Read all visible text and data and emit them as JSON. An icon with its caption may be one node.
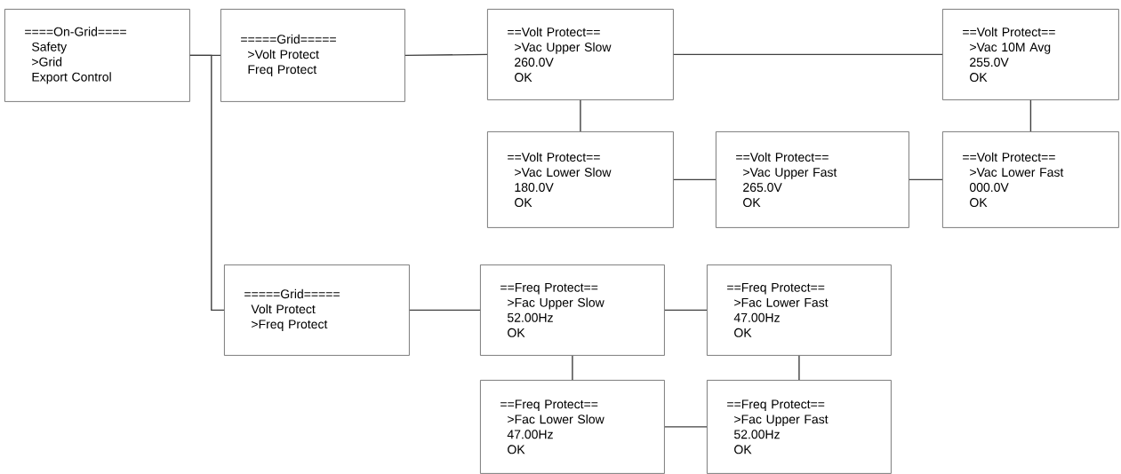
{
  "diagram": {
    "nodes": [
      {
        "text": [
          "====On-Grid====",
          "Safety",
          ">Grid",
          "Export Control"
        ]
      },
      {
        "text": [
          "=====Grid=====",
          ">Volt Protect",
          "Freq Protect"
        ]
      },
      {
        "text": [
          "==Volt Protect==",
          ">Vac Upper Slow",
          "260.0V",
          "OK"
        ]
      },
      {
        "text": [
          "==Volt Protect==",
          ">Vac 10M Avg",
          "255.0V",
          "OK"
        ]
      },
      {
        "text": [
          "==Volt Protect==",
          ">Vac Lower Slow",
          "180.0V",
          "OK"
        ]
      },
      {
        "text": [
          "==Volt Protect==",
          ">Vac Upper Fast",
          "265.0V",
          "OK"
        ]
      },
      {
        "text": [
          "==Volt Protect==",
          ">Vac Lower Fast",
          "000.0V",
          "OK"
        ]
      },
      {
        "text": [
          "=====Grid=====",
          "Volt Protect",
          ">Freq Protect"
        ]
      },
      {
        "text": [
          "==Freq Protect==",
          ">Fac Upper Slow",
          "52.00Hz",
          "OK"
        ]
      },
      {
        "text": [
          "==Freq Protect==",
          ">Fac Lower Fast",
          "47.00Hz",
          "OK"
        ]
      },
      {
        "text": [
          "==Freq Protect==",
          ">Fac Lower Slow",
          "47.00Hz",
          "OK"
        ]
      },
      {
        "text": [
          "==Freq Protect==",
          ">Fac Upper Fast",
          "52.00Hz",
          "OK"
        ]
      }
    ],
    "edges": [
      {
        "from": 0,
        "to": 1,
        "arrow": "none"
      },
      {
        "from": 0,
        "to": 7,
        "arrow": "none"
      },
      {
        "from": 1,
        "to": 2,
        "arrow": "none"
      },
      {
        "from": 2,
        "to": 3,
        "arrow": "none"
      },
      {
        "from": 2,
        "to": 4,
        "arrow": "none"
      },
      {
        "from": 4,
        "to": 5,
        "arrow": "none"
      },
      {
        "from": 5,
        "to": 6,
        "arrow": "none"
      },
      {
        "from": 3,
        "to": 6,
        "arrow": "none"
      },
      {
        "from": 7,
        "to": 8,
        "arrow": "none"
      },
      {
        "from": 8,
        "to": 9,
        "arrow": "none"
      },
      {
        "from": 8,
        "to": 10,
        "arrow": "none"
      },
      {
        "from": 10,
        "to": 11,
        "arrow": "none"
      },
      {
        "from": 9,
        "to": 11,
        "arrow": "none"
      }
    ]
  }
}
